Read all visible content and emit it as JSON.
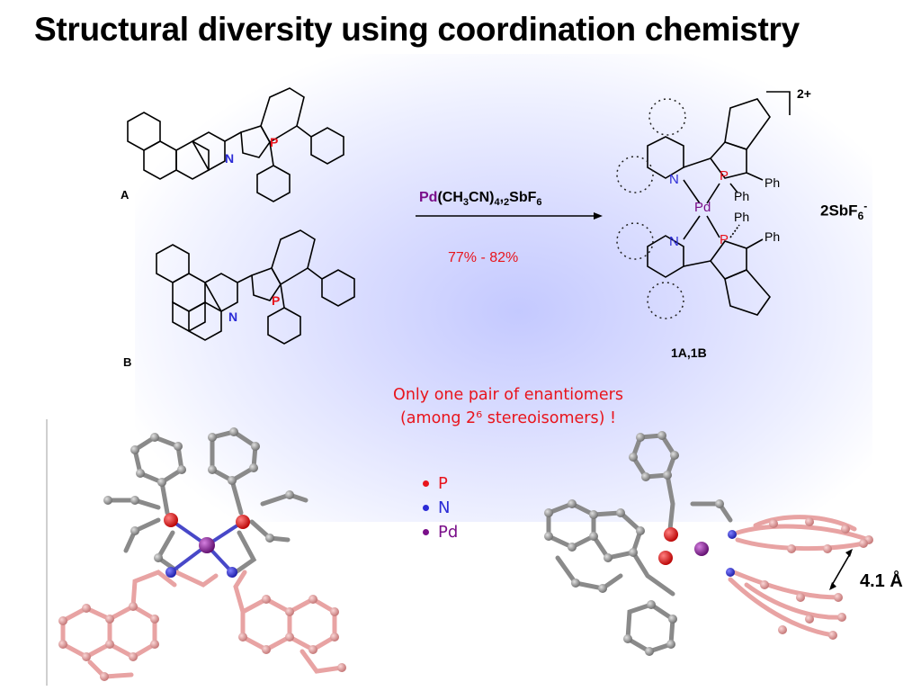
{
  "title": "Structural diversity using coordination chemistry",
  "compounds": {
    "label_a": "A",
    "label_b": "B",
    "label_product": "1A,1B",
    "atom_n": "N",
    "atom_p": "P",
    "atom_pd": "Pd",
    "group_ph": "Ph"
  },
  "reaction": {
    "reagent_metal": "Pd",
    "reagent_rest": "(CH3CN)4,2SbF6",
    "yield": "77% - 82%",
    "counter_anion": "2SbF6-",
    "charge": "2+"
  },
  "note": {
    "line1": "Only one pair of enantiomers",
    "line2": "(among 2⁶ stereoisomers) !"
  },
  "legend": [
    {
      "label": "P",
      "color": "#e8141c"
    },
    {
      "label": "N",
      "color": "#2b2bd6"
    },
    {
      "label": "Pd",
      "color": "#7a0f8a"
    }
  ],
  "distance": "4.1 Å",
  "colors": {
    "phosphorus": "#e8141c",
    "nitrogen": "#2b2bd6",
    "palladium": "#7a0f8a",
    "carbon": "#8a8a8a",
    "ligand_pink": "#e8a3a3"
  }
}
